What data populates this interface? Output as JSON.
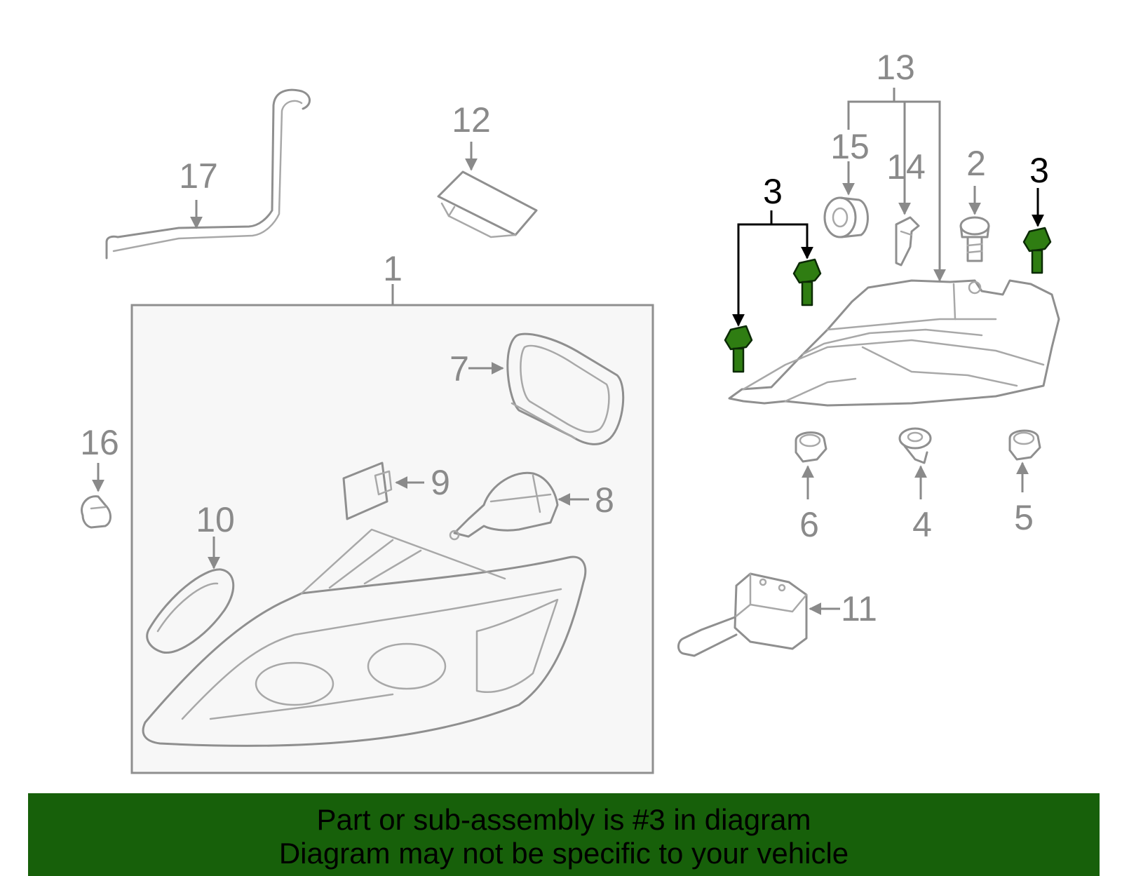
{
  "callouts": {
    "c1": "1",
    "c2": "2",
    "c3a": "3",
    "c3b": "3",
    "c4": "4",
    "c5": "5",
    "c6": "6",
    "c7": "7",
    "c8": "8",
    "c9": "9",
    "c10": "10",
    "c11": "11",
    "c12": "12",
    "c13": "13",
    "c14": "14",
    "c15": "15",
    "c16": "16",
    "c17": "17"
  },
  "highlight_part": "3",
  "colors": {
    "highlight_fill": "#2f7d12",
    "banner_bg": "#17600a",
    "line_gray": "#8f8f8f",
    "highlight_text": "#000000"
  },
  "banner": {
    "line1": "Part or sub-assembly is #3 in diagram",
    "line2": "Diagram may not be specific to your vehicle"
  }
}
